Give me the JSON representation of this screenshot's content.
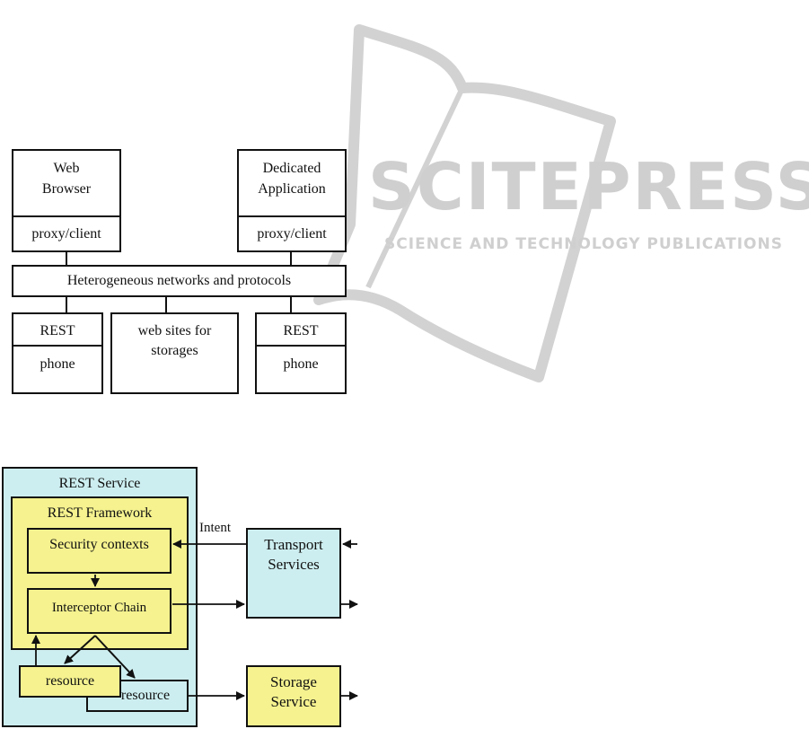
{
  "watermark": {
    "title": "SCITEPRESS",
    "subtitle": "SCIENCE AND TECHNOLOGY PUBLICATIONS"
  },
  "diagram1": {
    "web_browser": {
      "title": "Web Browser",
      "line1": "Web",
      "line2": "Browser",
      "proxy": "proxy/client"
    },
    "dedicated_app": {
      "title": "Dedicated Application",
      "line1": "Dedicated",
      "line2": "Application",
      "proxy": "proxy/client"
    },
    "network": "Heterogeneous networks and protocols",
    "left_phone": {
      "top": "REST",
      "bottom": "phone"
    },
    "storage_sites": {
      "line1": "web sites for",
      "line2": "storages"
    },
    "right_phone": {
      "top": "REST",
      "bottom": "phone"
    }
  },
  "diagram2": {
    "rest_service": "REST Service",
    "rest_framework": "REST Framework",
    "security_contexts": "Security contexts",
    "interceptor_chain": "Interceptor Chain",
    "resource_front": "resource",
    "resource_back": "resource",
    "intent_label": "Intent",
    "transport_services": {
      "line1": "Transport",
      "line2": "Services"
    },
    "storage_service": {
      "line1": "Storage",
      "line2": "Service"
    }
  },
  "colors": {
    "cyan": "#cdeef0",
    "yellow": "#f5f28f",
    "watermark": "#cfcfcf"
  }
}
